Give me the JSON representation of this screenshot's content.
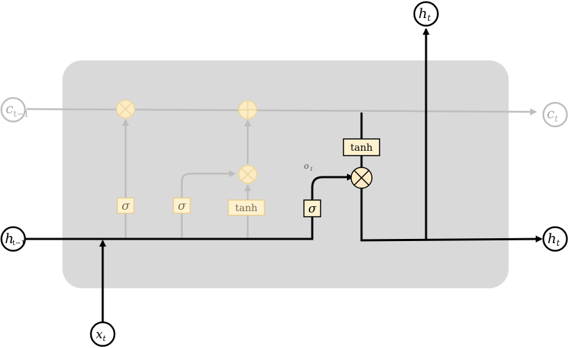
{
  "nodes": {
    "c_prev": {
      "main": "c",
      "sub": "t−1"
    },
    "c_next": {
      "main": "c",
      "sub": "t"
    },
    "h_prev": {
      "main": "h",
      "sub": "t−1"
    },
    "h_right": {
      "main": "h",
      "sub": "t"
    },
    "h_top": {
      "main": "h",
      "sub": "t"
    },
    "x_in": {
      "main": "x",
      "sub": "t"
    }
  },
  "gates": {
    "forget": "σ",
    "input": "σ",
    "candidate": "tanh",
    "output": "σ",
    "cell_tanh": "tanh"
  },
  "annotations": {
    "output_gate": {
      "main": "o",
      "sub": "t"
    }
  },
  "colors": {
    "cell_bg": "#d9d9d9",
    "active_line": "#000000",
    "faded_line": "#bdbdbd",
    "gate_fill": "#fdf1cf",
    "gate_stroke": "#e8c77f",
    "op_fill": "#fcebc4"
  }
}
